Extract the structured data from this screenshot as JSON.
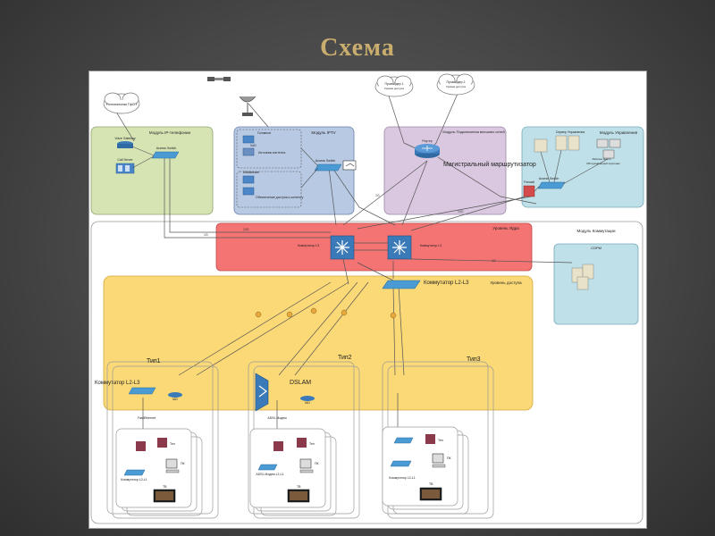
{
  "slide": {
    "title": "Схема"
  },
  "diagram": {
    "zones": {
      "ip_telephony": "Модуль IP-телефонии",
      "iptv": "Модуль IPTV",
      "external": "Модуль Подключения внешних сетей",
      "management": "Модуль Управления",
      "core": "Уровень Ядра",
      "switching_module": "Модуль Коммутации",
      "access": "Уровень доступа"
    },
    "nodes": {
      "cloud_regional": "Региональная ТфОП",
      "cloud_provider1": "Провайдер 1",
      "cloud_provider1_sub": "Уровня доступа",
      "cloud_provider2": "Провайдер 2",
      "cloud_provider2_sub": "Уровня доступа",
      "voice_gateway": "Voice Gateway",
      "call_server": "Call Server",
      "access_switch_tel": "Access Switch",
      "iptv_server": "Головное",
      "iptv_vod": "VoD",
      "iptv_content": "Источник контента",
      "iptv_middleware": "Middleware",
      "iptv_ca": "Обеспечение доступа к контенту",
      "access_switch_iptv": "Access Switch",
      "router_label": "Роутер",
      "main_router": "Магистральный маршрутизатор",
      "mgmt_servers": "Сервер Управления",
      "mgmt_workstation": "Рабочее место",
      "mgmt_monitor": "Обслуживающий персонал",
      "mgmt_access_switch": "Access Switch",
      "mgmt_firewall": "Firewall",
      "core_switch_left": "Коммутатор L3",
      "core_switch_right": "Коммутатор L3",
      "sorm": "СОРМ",
      "distribution_switch": "Коммутатор L2-L3",
      "access_switch_cap": "Коммутатор L2-L3",
      "dslam": "DSLAM",
      "iad": "IAD",
      "type1": "Тип1",
      "type2": "Тип2",
      "type3": "Тип3",
      "fast_ethernet": "FastEthernet",
      "adsl_modem": "ADSL Модем",
      "tv": "ТВ",
      "pc": "ПК",
      "phone": "Тел",
      "house_switch_1": "Коммутатор L2-L1",
      "house_switch_2": "ADSL Модем L2-L1",
      "house_switch_3": "Коммутатор L2-L1"
    },
    "links": {
      "l1": "1G",
      "l2": "10G",
      "l3": "1G",
      "l4": "10G",
      "l5": "1G"
    }
  }
}
